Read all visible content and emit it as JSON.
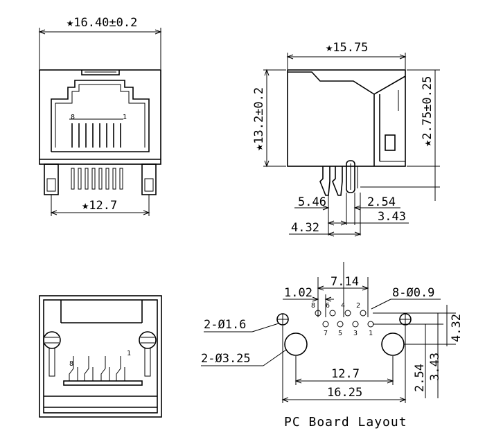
{
  "front_view": {
    "width_dim": "★16.40±0.2",
    "post_spacing_dim": "★12.7",
    "pin_label_left": "8",
    "pin_label_right": "1"
  },
  "side_view": {
    "depth_dim": "★15.75",
    "height_dim": "★13.2±0.2",
    "offset_dim": "★2.75±0.25",
    "dim_a": "5.46",
    "dim_b": "2.54",
    "dim_c": "3.43",
    "dim_d": "4.32"
  },
  "bottom_view": {
    "pin_label_left": "8",
    "pin_label_right": "1"
  },
  "pcb_layout": {
    "caption": "PC Board Layout",
    "pitch_dim": "1.02",
    "span_dim": "7.14",
    "pin_hole_callout": "8-Ø0.9",
    "small_hole_callout": "2-Ø1.6",
    "large_hole_callout": "2-Ø3.25",
    "post_spacing_dim": "12.7",
    "overall_dim": "16.25",
    "row_dim": "2.54",
    "v_dim_a": "4.32",
    "v_dim_b": "3.43",
    "pin_labels_top": [
      "8",
      "6",
      "4",
      "2"
    ],
    "pin_labels_bottom": [
      "7",
      "5",
      "3",
      "1"
    ]
  }
}
